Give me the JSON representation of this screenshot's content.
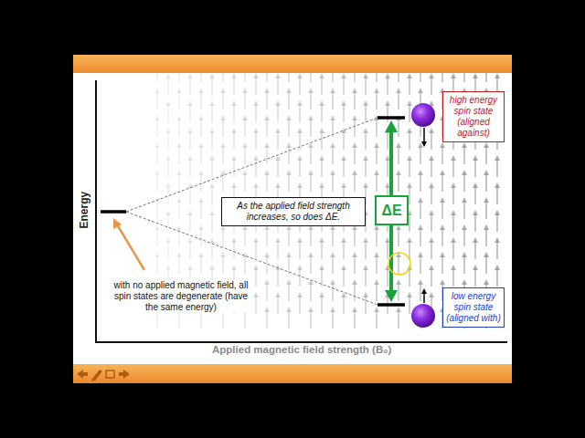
{
  "diagram": {
    "nodes": [
      {
        "text": [
          "high energy spin state (aligned against)"
        ]
      },
      {
        "text": [
          "As the applied field strength increases, so does ΔE."
        ]
      },
      {
        "text": [
          "ΔE"
        ]
      },
      {
        "text": [
          "low energy spin state (aligned with)"
        ]
      }
    ],
    "labels": [
      "Energy",
      "Applied magnetic field strength (B₀)",
      "with no applied magnetic field, all spin states are degenerate (have the same energy)"
    ]
  }
}
